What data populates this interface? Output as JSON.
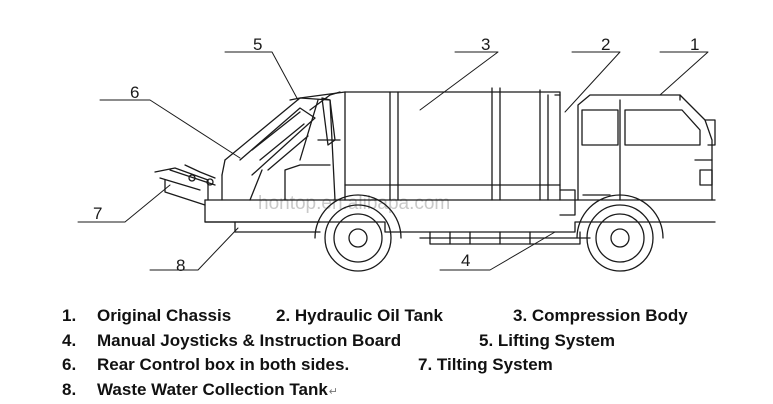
{
  "diagram": {
    "watermark": "hontop.en.alibapa.com",
    "callouts": [
      "1",
      "2",
      "3",
      "4",
      "5",
      "6",
      "7",
      "8"
    ]
  },
  "legend": {
    "rows": [
      [
        "1.",
        "Original Chassis",
        "2. Hydraulic Oil Tank",
        "3. Compression Body"
      ],
      [
        "4.",
        "Manual Joysticks & Instruction Board",
        "5. Lifting System"
      ],
      [
        "6.",
        "Rear Control box in both sides.",
        "7. Tilting System"
      ],
      [
        "8.",
        "Waste Water Collection Tank"
      ]
    ],
    "return_mark": "↵"
  }
}
